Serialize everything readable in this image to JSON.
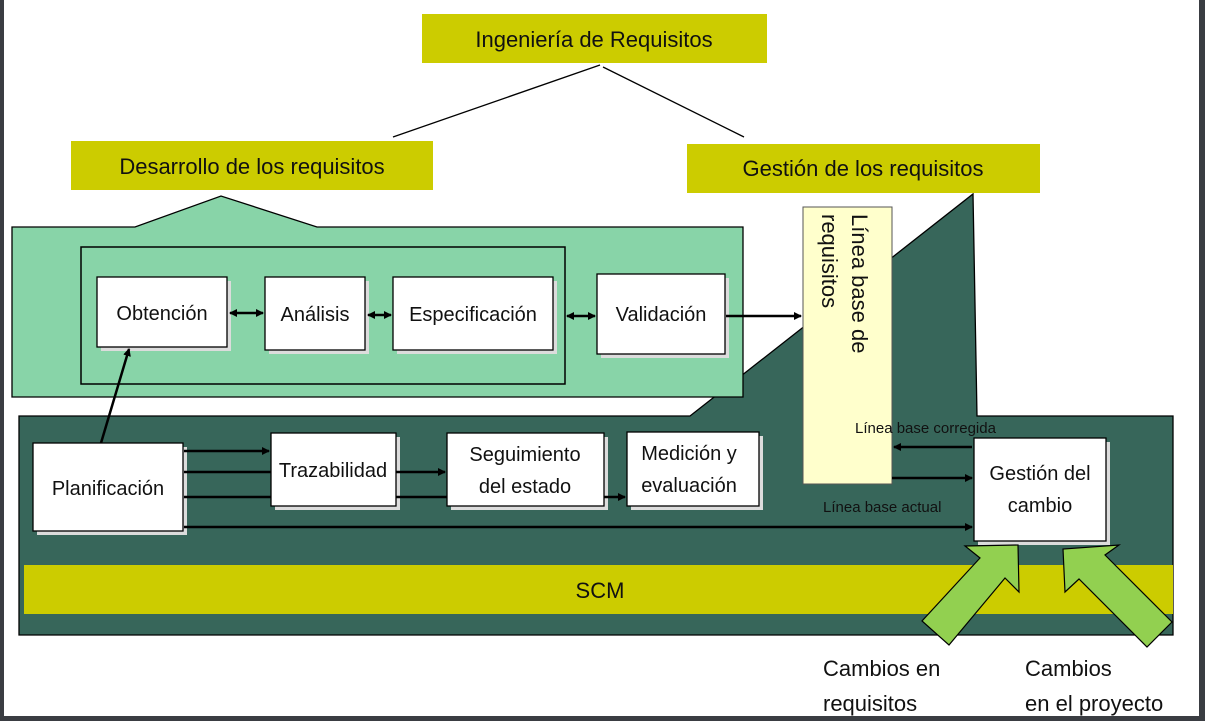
{
  "title": "Ingeniería de Requisitos",
  "branches": {
    "development": "Desarrollo de los requisitos",
    "management": "Gestión de los requisitos"
  },
  "development_steps": [
    {
      "id": "obtencion",
      "label": "Obtención"
    },
    {
      "id": "analisis",
      "label": "Análisis"
    },
    {
      "id": "especificacion",
      "label": "Especificación"
    },
    {
      "id": "validacion",
      "label": "Validación"
    }
  ],
  "baseline": {
    "line1": "Línea base de",
    "line2": "requisitos"
  },
  "management_steps": {
    "planificacion": "Planificación",
    "trazabilidad": "Trazabilidad",
    "seguimiento": [
      "Seguimiento",
      "del estado"
    ],
    "medicion": [
      "Medición y",
      "evaluación"
    ],
    "gestion_cambio": [
      "Gestión del",
      "cambio"
    ]
  },
  "flow_labels": {
    "corrected_baseline": "Línea base corregida",
    "current_baseline": "Línea base actual"
  },
  "scm_label": "SCM",
  "inputs": {
    "requirement_changes": [
      "Cambios en",
      "requisitos"
    ],
    "project_changes": [
      "Cambios",
      "en el proyecto"
    ]
  },
  "colors": {
    "label_bg": "#cccc00",
    "development_bg": "#88d4a8",
    "management_bg": "#37665a",
    "baseline_bg": "#ffffcc",
    "arrow_green": "#92d050"
  }
}
